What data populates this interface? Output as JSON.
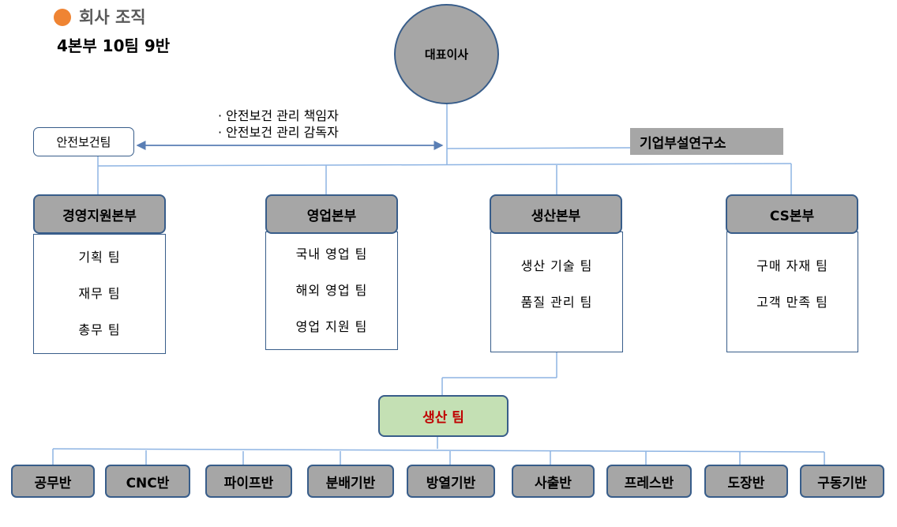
{
  "header": {
    "title": "회사 조직",
    "subtitle": "4본부 10팀 9반",
    "bullet_color": "#ef8433"
  },
  "ceo": "대표이사",
  "safety_notes": [
    "· 안전보건 관리 책임자",
    "· 안전보건 관리 감독자"
  ],
  "safety_team": "안전보건팀",
  "research_lab": "기업부설연구소",
  "divisions": [
    {
      "name": "경영지원본부",
      "teams": [
        "기획 팀",
        "재무 팀",
        "총무 팀"
      ]
    },
    {
      "name": "영업본부",
      "teams": [
        "국내 영업 팀",
        "해외 영업 팀",
        "영업 지원 팀"
      ]
    },
    {
      "name": "생산본부",
      "teams": [
        "생산 기술 팀",
        "품질 관리 팀"
      ]
    },
    {
      "name": "CS본부",
      "teams": [
        "구매 자재 팀",
        "고객 만족 팀"
      ]
    }
  ],
  "production_team": "생산 팀",
  "units": [
    "공무반",
    "CNC반",
    "파이프반",
    "분배기반",
    "방열기반",
    "사출반",
    "프레스반",
    "도장반",
    "구동기반"
  ],
  "colors": {
    "box_fill": "#a6a6a6",
    "border": "#385d8a",
    "connector": "#8eb4e3",
    "production_fill": "#c4e0b4",
    "production_text": "#c00000"
  }
}
